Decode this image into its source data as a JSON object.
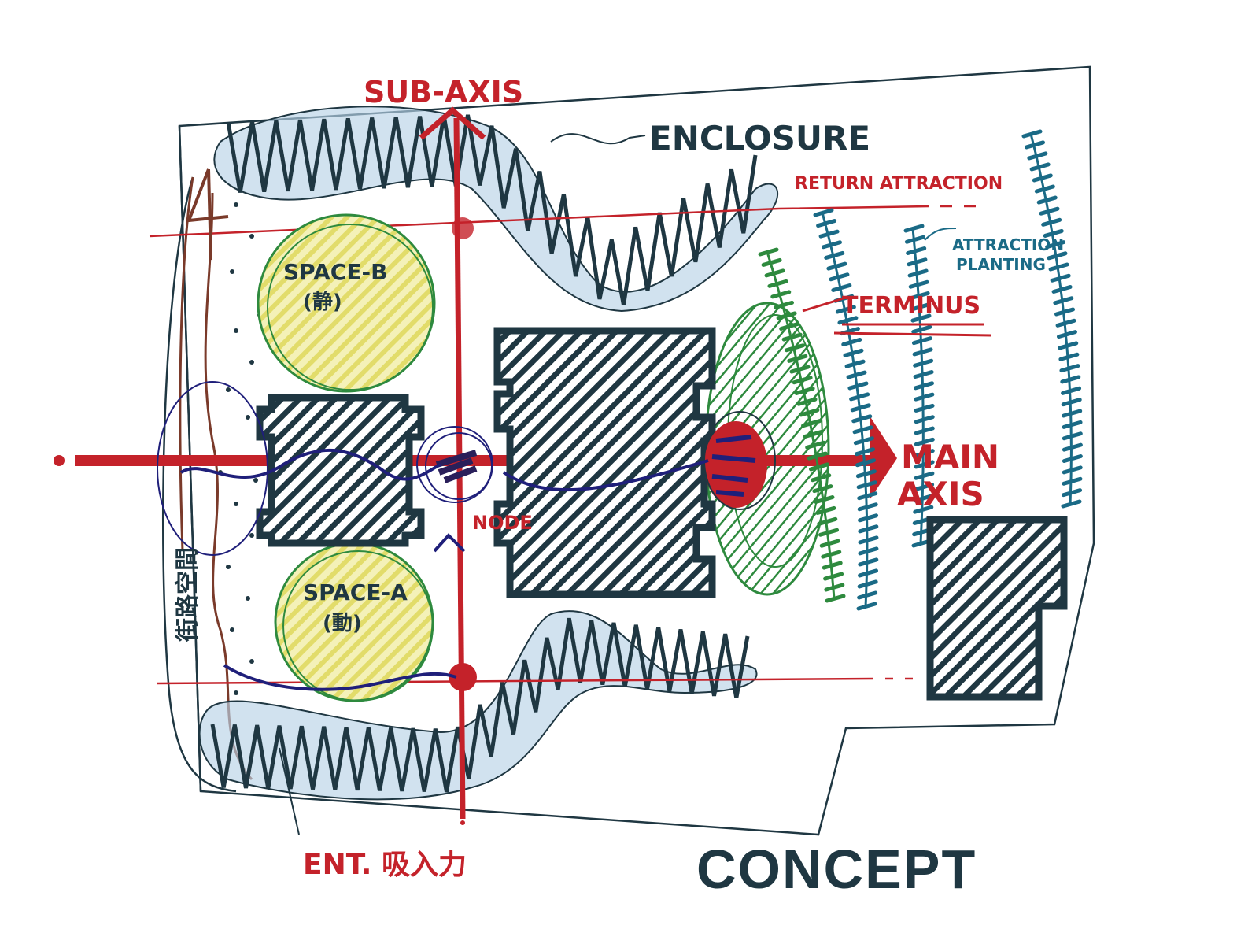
{
  "title": "CONCEPT",
  "colors": {
    "axis_red": "#c4222a",
    "ink_dark": "#1f3742",
    "enclosure_blue_wash": "#b9d3e6",
    "space_yellow": "#e7e37a",
    "space_green": "#2e8a3e",
    "planting_teal": "#1a6a86",
    "circulation_blue": "#1f1f7a",
    "street_brown": "#7a3a2a"
  },
  "labels": {
    "sub_axis": "SUB-AXIS",
    "enclosure": "ENCLOSURE",
    "return_attraction": "RETURN ATTRACTION",
    "attraction_planting_line1": "ATTRACTION",
    "attraction_planting_line2": "PLANTING",
    "terminus": "TERMINUS",
    "main_axis_line1": "MAIN",
    "main_axis_line2": "AXIS",
    "node": "NODE",
    "ent": "ENT. 吸入力",
    "space_b": "SPACE-B",
    "space_b_sub": "(静)",
    "space_a": "SPACE-A",
    "space_a_sub": "(動)",
    "street": "街路空間",
    "north_marker": "4"
  },
  "elements": [
    {
      "id": "main-axis",
      "type": "axis",
      "label_ref": "main_axis"
    },
    {
      "id": "sub-axis",
      "type": "axis",
      "label_ref": "sub_axis"
    },
    {
      "id": "enclosure-top",
      "type": "planting-mass"
    },
    {
      "id": "enclosure-bottom",
      "type": "planting-mass"
    },
    {
      "id": "space-b",
      "type": "open-space"
    },
    {
      "id": "space-a",
      "type": "open-space"
    },
    {
      "id": "entry-building",
      "type": "building"
    },
    {
      "id": "main-building",
      "type": "building"
    },
    {
      "id": "side-building",
      "type": "building"
    },
    {
      "id": "terminus",
      "type": "focal-point"
    },
    {
      "id": "node",
      "type": "focal-point"
    },
    {
      "id": "attraction-planting",
      "type": "tree-rows",
      "count": 4
    }
  ]
}
